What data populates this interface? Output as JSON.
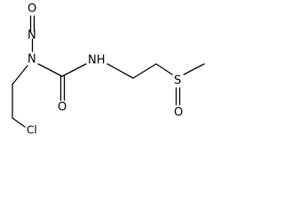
{
  "molecule": {
    "atoms": {
      "nitroso_oxygen": "O",
      "nitroso_nitrogen": "N",
      "urea_nitrogen_substituted": "N",
      "amide_nitrogen": "NH",
      "carbonyl_oxygen": "O",
      "sulfur": "S",
      "sulfoxide_oxygen": "O",
      "chlorine": "Cl"
    },
    "colors": {
      "bond": "#000000",
      "label": "#000000",
      "background": "#ffffff"
    }
  }
}
